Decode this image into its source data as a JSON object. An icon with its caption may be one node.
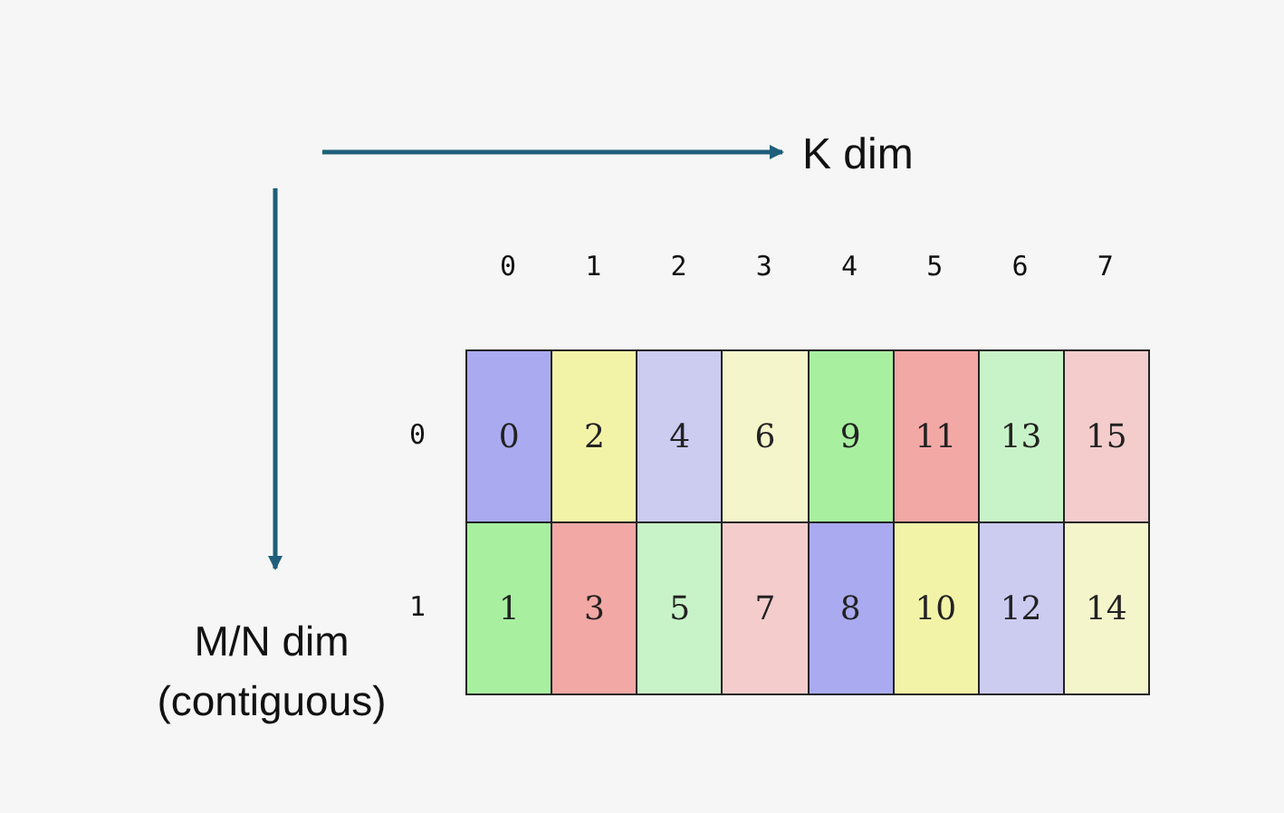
{
  "diagram": {
    "labels": [
      "K dim",
      "0",
      "1",
      "2",
      "3",
      "4",
      "5",
      "6",
      "7",
      "0",
      "0",
      "2",
      "4",
      "6",
      "9",
      "11",
      "13",
      "15",
      "1",
      "1",
      "3",
      "5",
      "7",
      "8",
      "10",
      "12",
      "14",
      "M/N dim (contiguous)"
    ]
  }
}
